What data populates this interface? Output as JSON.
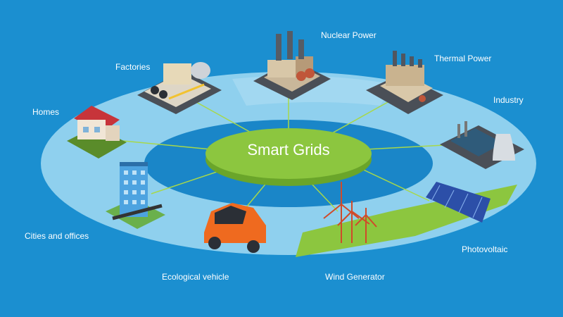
{
  "hub": {
    "title": "Smart Grids"
  },
  "nodes": [
    {
      "id": "nuclear",
      "label": "Nuclear Power",
      "icon": "nuclear-plant-icon"
    },
    {
      "id": "factories",
      "label": "Factories",
      "icon": "factory-icon"
    },
    {
      "id": "thermal",
      "label": "Thermal Power",
      "icon": "thermal-plant-icon"
    },
    {
      "id": "homes",
      "label": "Homes",
      "icon": "house-icon"
    },
    {
      "id": "industry",
      "label": "Industry",
      "icon": "industrial-plant-icon"
    },
    {
      "id": "cities",
      "label": "Cities and offices",
      "icon": "office-building-icon"
    },
    {
      "id": "photovoltaic",
      "label": "Photovoltaic",
      "icon": "solar-panel-icon"
    },
    {
      "id": "vehicle",
      "label": "Ecological vehicle",
      "icon": "electric-car-icon"
    },
    {
      "id": "wind",
      "label": "Wind Generator",
      "icon": "wind-turbine-icon"
    }
  ],
  "colors": {
    "background": "#1b8fd0",
    "outer_ring": "#8fd0ee",
    "inner_ring": "#1a86c8",
    "hub": "#8cc63f",
    "connector": "#a7d84a",
    "label_text": "#ffffff"
  }
}
